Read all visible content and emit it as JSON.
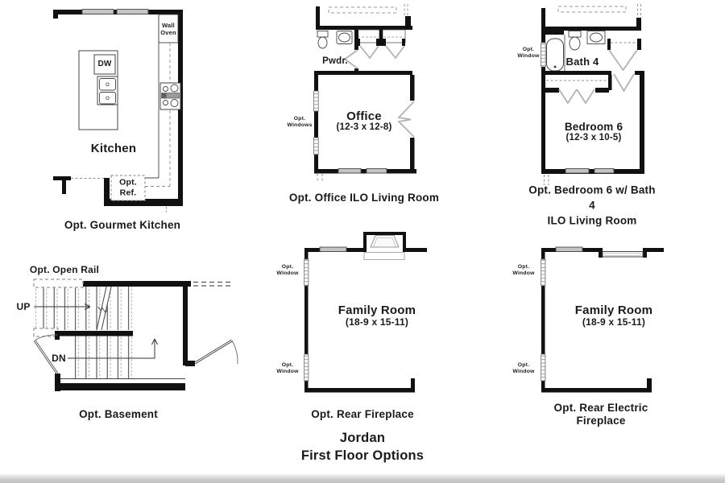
{
  "sheet": {
    "title_line1": "Jordan",
    "title_line2": "First Floor Options"
  },
  "panels": {
    "gourmet_kitchen": {
      "caption": "Opt. Gourmet Kitchen",
      "room": "Kitchen",
      "labels": {
        "wall_oven": "Wall\nOven",
        "dw": "DW",
        "opt_ref": "Opt.\nRef."
      }
    },
    "office": {
      "caption": "Opt. Office ILO Living Room",
      "room": "Office",
      "dims": "(12-3 x 12-8)",
      "labels": {
        "pwdr": "Pwdr.",
        "opt_windows": "Opt.\nWindows"
      }
    },
    "bedroom6": {
      "caption": "Opt. Bedroom 6 w/ Bath 4\nILO Living Room",
      "room": "Bedroom 6",
      "dims": "(12-3 x 10-5)",
      "labels": {
        "bath": "Bath 4",
        "opt_window": "Opt.\nWindow"
      }
    },
    "basement": {
      "caption": "Opt. Basement",
      "labels": {
        "open_rail": "Opt. Open Rail",
        "up": "UP",
        "dn": "DN"
      }
    },
    "rear_fireplace": {
      "caption": "Opt. Rear Fireplace",
      "room": "Family Room",
      "dims": "(18-9 x 15-11)",
      "labels": {
        "opt_window": "Opt.\nWindow"
      }
    },
    "rear_electric_fireplace": {
      "caption": "Opt. Rear Electric Fireplace",
      "room": "Family Room",
      "dims": "(18-9 x 15-11)",
      "labels": {
        "opt_window": "Opt.\nWindow"
      }
    }
  },
  "colors": {
    "wall": "#111111",
    "fixture": "#3d3d3d",
    "door": "#b3b3b3",
    "window_fill": "#c4c4c4",
    "dash": "#8f8f8f",
    "text": "#1a1a1a"
  }
}
